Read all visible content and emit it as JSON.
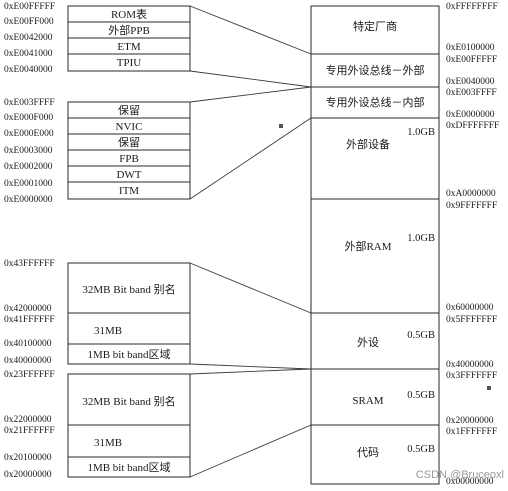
{
  "memory_map": {
    "top_address": "0xFFFFFFFF",
    "regions": [
      {
        "label": "特定厂商",
        "end_addr": "0xFFFFFFFF",
        "start_addr": "0xE0100000",
        "size": ""
      },
      {
        "label": "专用外设总线－外部",
        "end_addr": "0xE00FFFFF",
        "start_addr": "0xE0040000",
        "size": ""
      },
      {
        "label": "专用外设总线－内部",
        "end_addr": "0xE003FFFF",
        "start_addr": "0xE0000000",
        "size": ""
      },
      {
        "label": "外部设备",
        "end_addr": "0xDFFFFFFF",
        "start_addr": "0xA0000000",
        "size": "1.0GB"
      },
      {
        "label": "外部RAM",
        "end_addr": "0x9FFFFFFF",
        "start_addr": "0x60000000",
        "size": "1.0GB"
      },
      {
        "label": "外设",
        "end_addr": "0x5FFFFFFF",
        "start_addr": "0x40000000",
        "size": "0.5GB"
      },
      {
        "label": "SRAM",
        "end_addr": "0x3FFFFFFF",
        "start_addr": "0x20000000",
        "size": "0.5GB"
      },
      {
        "label": "代码",
        "end_addr": "0x1FFFFFFF",
        "start_addr": "0x00000000",
        "size": "0.5GB"
      }
    ]
  },
  "ppb_external": {
    "top_address": "0xE00FFFFF",
    "rows": [
      {
        "label": "ROM表",
        "start_addr": "0xE00FF000"
      },
      {
        "label": "外部PPB",
        "start_addr": "0xE0042000"
      },
      {
        "label": "ETM",
        "start_addr": "0xE0041000"
      },
      {
        "label": "TPIU",
        "start_addr": "0xE0040000"
      }
    ]
  },
  "ppb_internal": {
    "top_address": "0xE003FFFF",
    "rows": [
      {
        "label": "保留",
        "start_addr": "0xE000F000"
      },
      {
        "label": "NVIC",
        "start_addr": "0xE000E000"
      },
      {
        "label": "保留",
        "start_addr": "0xE0003000"
      },
      {
        "label": "FPB",
        "start_addr": "0xE0002000"
      },
      {
        "label": "DWT",
        "start_addr": "0xE0001000"
      },
      {
        "label": "ITM",
        "start_addr": "0xE0000000"
      }
    ]
  },
  "peripheral_bitband": {
    "rows": [
      {
        "label": "32MB  Bit band 别名",
        "end_addr": "0x43FFFFFF",
        "start_addr": "0x42000000"
      },
      {
        "label": "31MB",
        "end_addr": "0x41FFFFFF",
        "start_addr": "0x40100000"
      },
      {
        "label": "1MB   bit band区域",
        "end_addr": "",
        "start_addr": "0x40000000"
      }
    ]
  },
  "sram_bitband": {
    "rows": [
      {
        "label": "32MB  Bit band 别名",
        "end_addr": "0x23FFFFFF",
        "start_addr": "0x22000000"
      },
      {
        "label": "31MB",
        "end_addr": "0x21FFFFFF",
        "start_addr": "0x20100000"
      },
      {
        "label": "1MB   bit band区域",
        "end_addr": "",
        "start_addr": "0x20000000"
      }
    ]
  },
  "watermark": "CSDN @Bruceoxl"
}
